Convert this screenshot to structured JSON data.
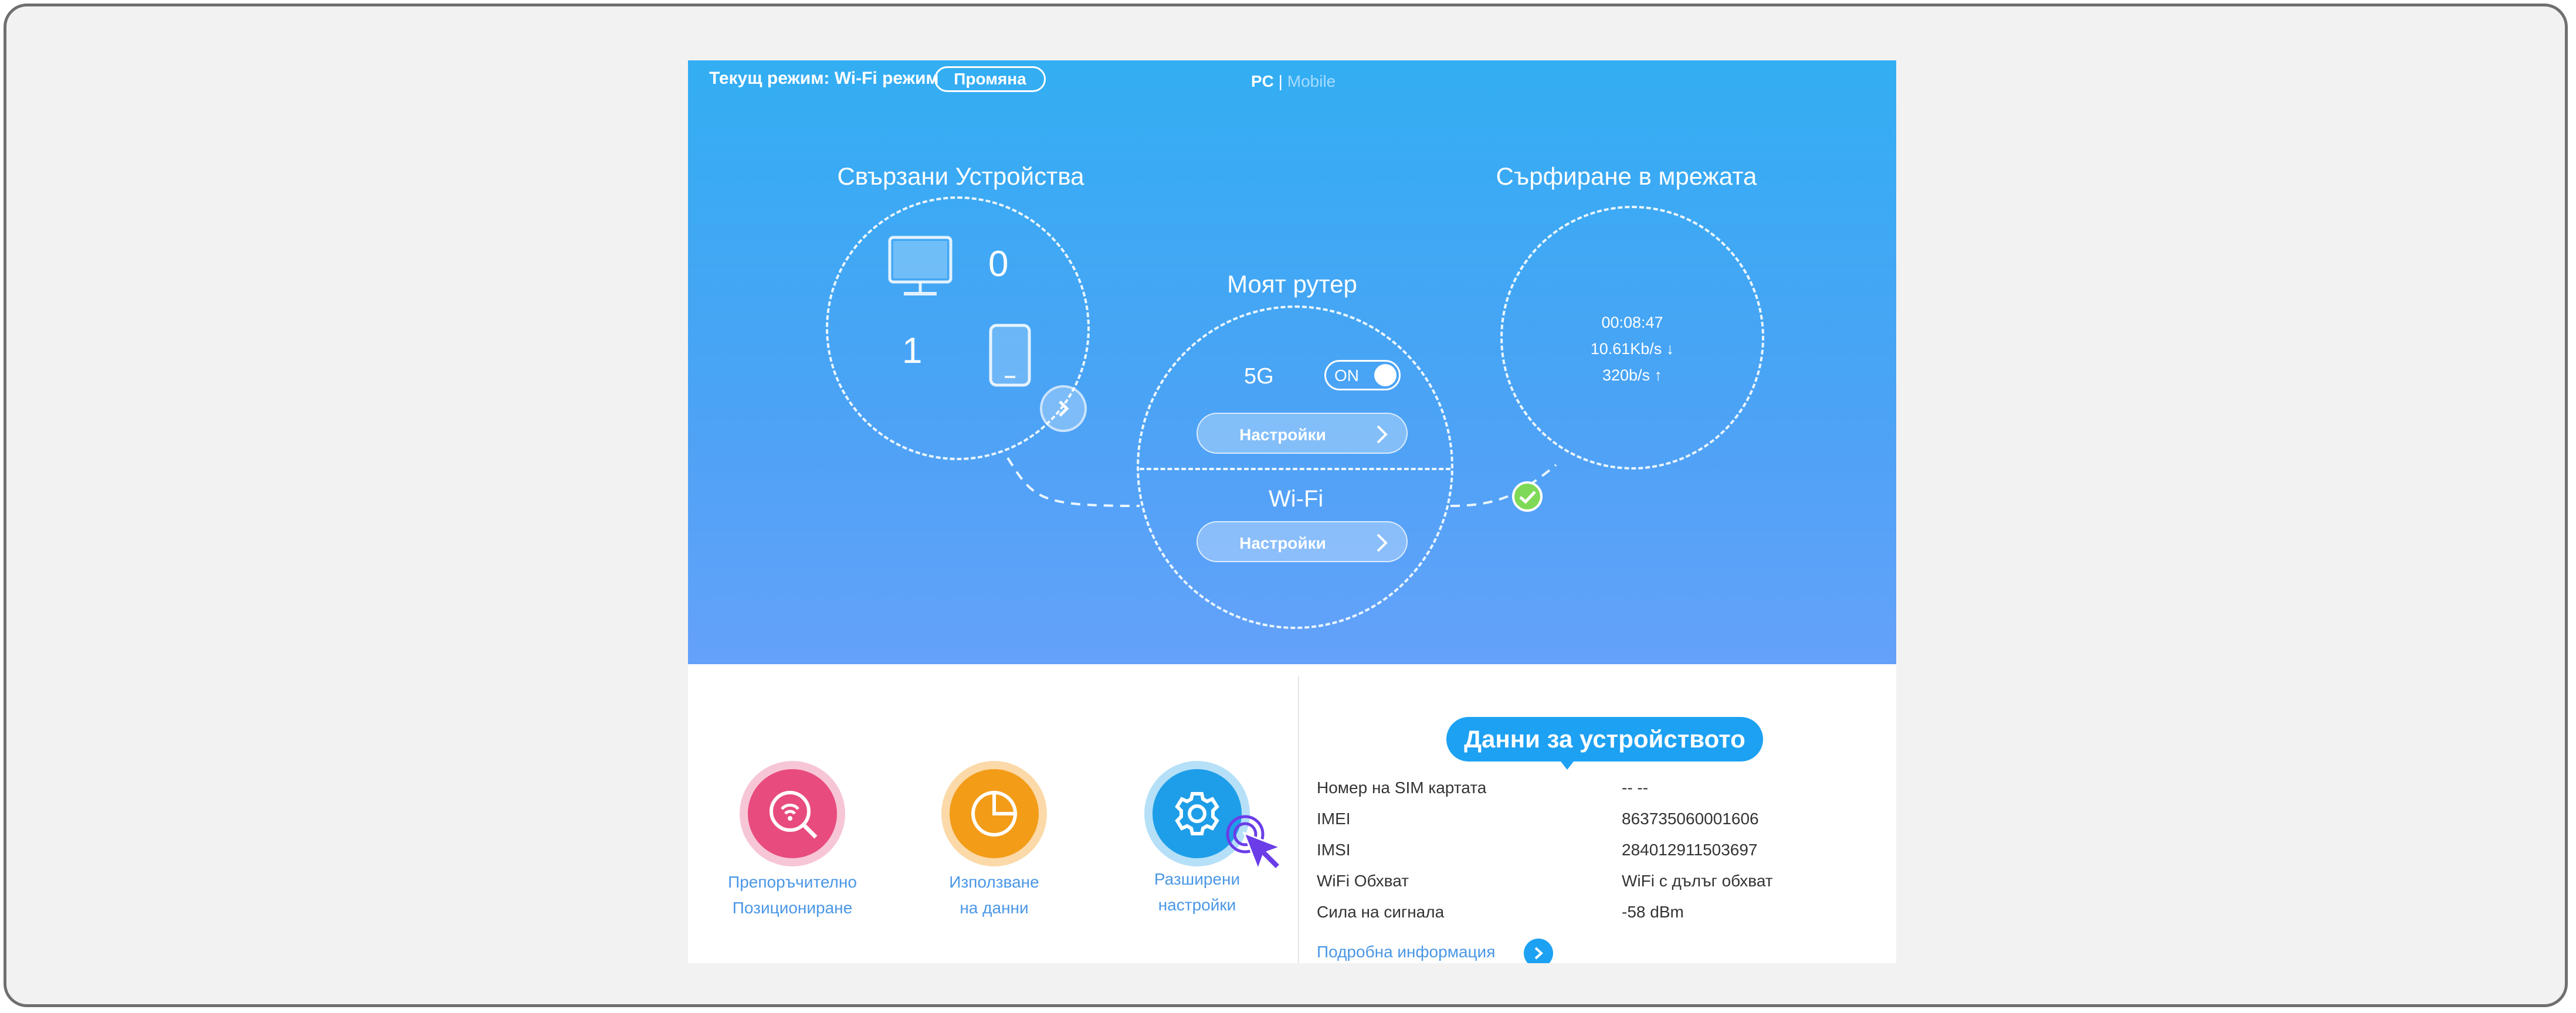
{
  "header": {
    "mode_text": "Текущ режим: Wi-Fi режим",
    "change_button": "Промяна",
    "view_pc": "PC",
    "view_separator": " | ",
    "view_mobile": "Mobile"
  },
  "connected_devices": {
    "title": "Свързани Устройства",
    "computers_count": "0",
    "mobile_count": "1"
  },
  "router": {
    "title": "Моят рутер",
    "band_label": "5G",
    "toggle_label": "ON",
    "settings_5g": "Настройки",
    "wifi_label": "Wi-Fi",
    "settings_wifi": "Настройки"
  },
  "browsing": {
    "title": "Сърфиране в мрежата",
    "time": "00:08:47",
    "download": "10.61Kb/s ↓",
    "upload": "320b/s ↑"
  },
  "features": [
    {
      "line1": "Препоръчително",
      "line2": "Позициониране",
      "color": "#e84b7d"
    },
    {
      "line1": "Използване",
      "line2": "на данни",
      "color": "#f39c18"
    },
    {
      "line1": "Разширени",
      "line2": "настройки",
      "color": "#1e9ee8"
    }
  ],
  "device_info": {
    "title": "Данни за устройството",
    "rows": [
      {
        "key": "Номер на SIM картата",
        "value": "-- --"
      },
      {
        "key": "IMEI",
        "value": "863735060001606"
      },
      {
        "key": "IMSI",
        "value": "284012911503697"
      },
      {
        "key": "WiFi Обхват",
        "value": "WiFi с дълъг обхват"
      },
      {
        "key": "Сила на сигнала",
        "value": "-58 dBm"
      }
    ],
    "more_link": "Подробна информация"
  }
}
